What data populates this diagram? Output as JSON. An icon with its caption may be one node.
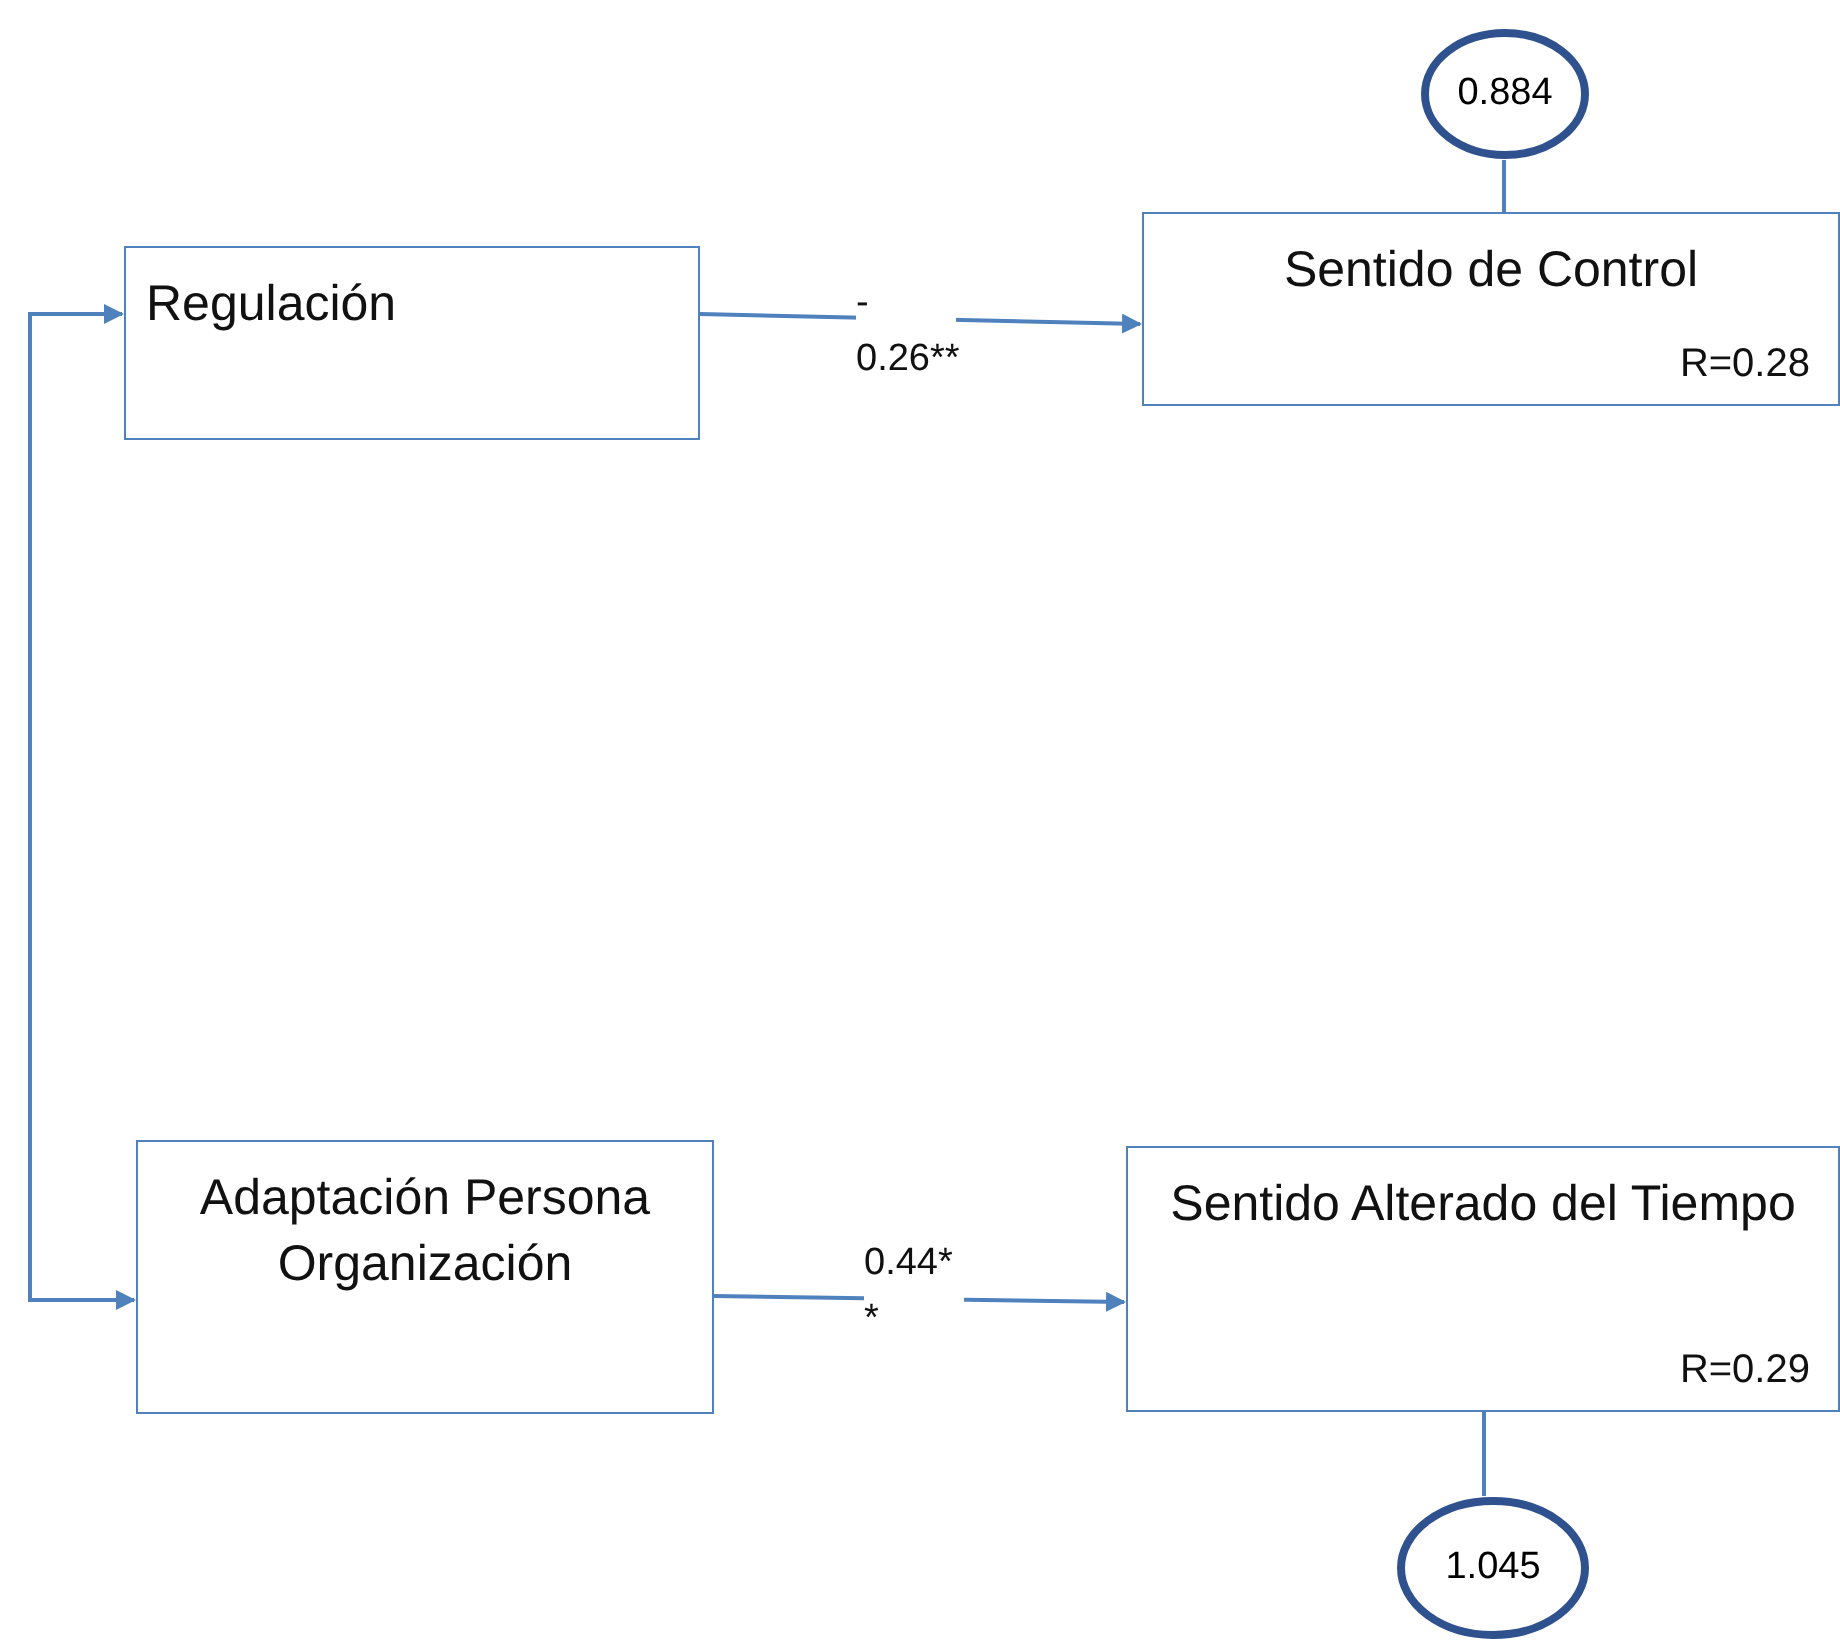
{
  "diagram": {
    "nodes": [
      {
        "text": [
          "Regulación"
        ]
      },
      {
        "text": [
          "Sentido de Control",
          "R=0.28"
        ]
      },
      {
        "text": [
          "0.884"
        ]
      },
      {
        "text": [
          "Adaptación Persona Organización"
        ]
      },
      {
        "text": [
          "Sentido Alterado del Tiempo",
          "R=0.29"
        ]
      },
      {
        "text": [
          "1.045"
        ]
      }
    ],
    "edges": [
      {
        "from": 0,
        "to": 1,
        "arrow": "to",
        "label": "- 0.26**"
      },
      {
        "from": 0,
        "to": 3,
        "arrow": "both"
      },
      {
        "from": 3,
        "to": 4,
        "arrow": "to",
        "label": "0.44* *"
      },
      {
        "from": 2,
        "to": 1,
        "arrow": "none"
      },
      {
        "from": 5,
        "to": 4,
        "arrow": "none"
      }
    ]
  }
}
